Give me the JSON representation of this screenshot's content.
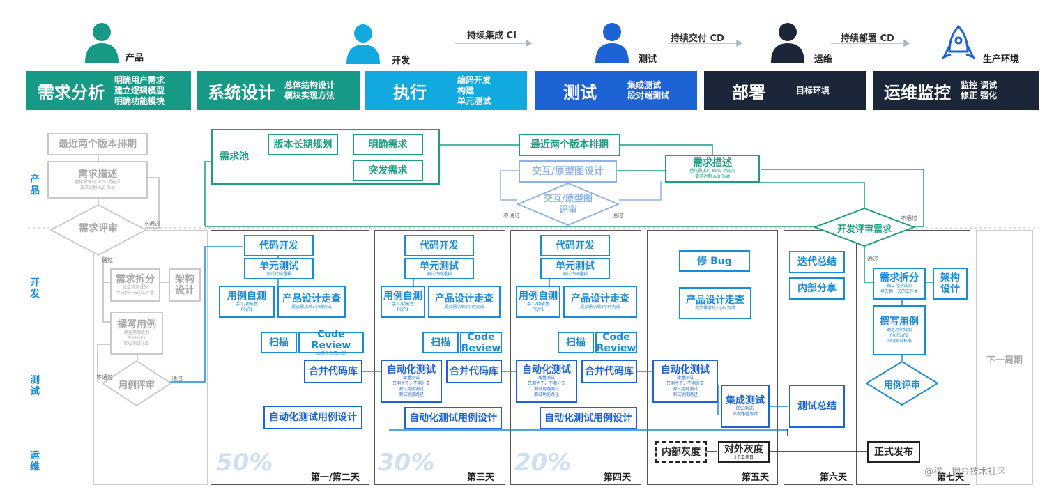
{
  "roles": {
    "product": "产品",
    "dev": "开发",
    "test": "测试",
    "ops": "运维",
    "prod_env": "生产环境"
  },
  "pipeline": {
    "ci": "持续集成 CI",
    "cd_delivery": "持续交付 CD",
    "cd_deploy": "持续部署 CD"
  },
  "banners": [
    {
      "title": "需求分析",
      "desc": "明确用户需求\n建立逻辑模型\n明确功能模块",
      "color": "#169a85"
    },
    {
      "title": "系统设计",
      "desc": "总体结构设计\n模块实现方法",
      "color": "#169a85"
    },
    {
      "title": "执行",
      "desc": "编码开发\n构建\n单元测试",
      "color": "#12a9e0"
    },
    {
      "title": "测试",
      "desc": "集成测试\n段对端测试",
      "color": "#1e63d6"
    },
    {
      "title": "部署",
      "desc": "目标环境",
      "color": "#1b2638"
    },
    {
      "title": "运维监控",
      "desc": "监控 调试\n修正 强化",
      "color": "#1b2638"
    }
  ],
  "lanes": [
    "产品",
    "开发",
    "测试",
    "运维"
  ],
  "left": {
    "recent_schedule": "最近两个版本排期",
    "req_desc": "需求描述",
    "req_desc_sub": "量化需求的 80% 功能点\n要求达到 A/B Test",
    "req_review": "需求评审",
    "not_pass": "不通过",
    "pass": "通过",
    "req_split": "需求拆分",
    "req_split_sub": "独立可测试的\n半天到一天的工作量",
    "arch_design": "架构\n设计",
    "write_cases": "撰写用例",
    "write_cases_sub": "确定用例级别\nP0/P1/P2\n回归测试标准",
    "case_review": "用例评审"
  },
  "product_area": {
    "req_pool": "需求池",
    "long_plan": "版本长期规划",
    "clear_req": "明确需求",
    "sudden_req": "突发需求",
    "recent_schedule": "最近两个版本排期",
    "interaction_design": "交互/原型图设计",
    "interaction_review": "交互/原型图\n评审",
    "req_desc": "需求描述",
    "req_desc_sub": "量化需求的 80% 功能点\n要求达到 A/B Test",
    "dev_review": "开发评审需求",
    "not_pass": "不通过",
    "pass": "通过"
  },
  "day_block": {
    "code_dev": "代码开发",
    "unit_test": "单元测试",
    "unit_test_sub": "测试代码逻辑",
    "self_test": "用例自测",
    "self_test_sub": "手工/功能性\nP0/P1",
    "walkthrough": "产品设计走查",
    "walkthrough_sub": "提交需求后2小时完成",
    "scan": "扫描",
    "code_review": "Code Review",
    "code_review_sub": "由模块负责人审",
    "merge": "合并代码库",
    "auto_test": "自动化测试",
    "auto_test_sub": "增量测试\n只测主干，不测分支\n测试用例测试\n测试功能路径",
    "auto_design": "自动化测试用例设计"
  },
  "day5": {
    "fix_bug": "修 Bug",
    "walkthrough": "产品设计走查",
    "walkthrough_sub": "提交需求后2小时完成",
    "auto_test": "自动化测试",
    "integration": "集成测试",
    "integration_sub": "回归测试/\n关键路径测试",
    "internal_gray": "内部灰度",
    "external_gray": "对外灰度",
    "external_gray_sub": "2个工作日"
  },
  "day6": {
    "iteration_summary": "迭代总结",
    "internal_share": "内部分享",
    "test_summary": "测试总结"
  },
  "day7": {
    "pass": "通过",
    "req_split": "需求拆分",
    "req_split_sub": "独立可测试的\n半天到一天的工作量",
    "arch_design": "架构\n设计",
    "write_cases": "撰写用例",
    "write_cases_sub": "确定用例级别\nP0/P1/P2\n回归测试标准",
    "case_review": "用例评审",
    "release": "正式发布"
  },
  "next_cycle": "下一周期",
  "days": [
    "第一/第二天",
    "第三天",
    "第四天",
    "第五天",
    "第六天",
    "第七天"
  ],
  "percents": [
    "50%",
    "30%",
    "20%"
  ],
  "watermark": "@稀土掘金技术社区"
}
